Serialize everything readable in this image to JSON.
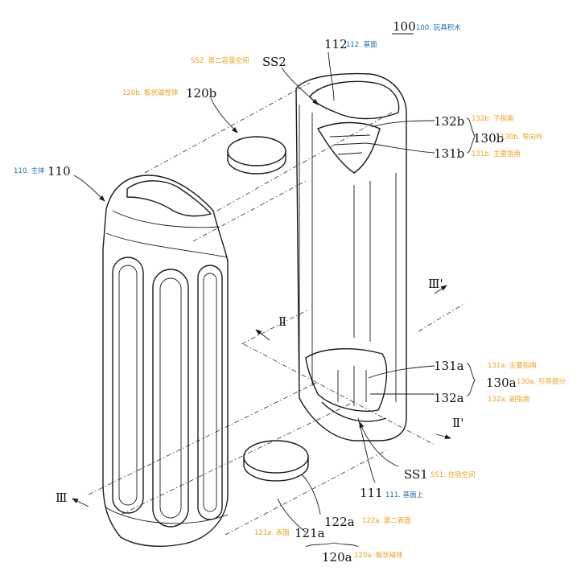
{
  "colors": {
    "blue": "#1f6fb8",
    "orange": "#f0a020",
    "line": "#1a1a1a"
  },
  "labels": {
    "l100": {
      "num": "100",
      "ann": "100. 玩具积木"
    },
    "l112": {
      "num": "112",
      "ann": "112. 基面"
    },
    "lSS2": {
      "num": "SS2",
      "ann": "SS2. 第二容量空间"
    },
    "l120b": {
      "num": "120b",
      "ann": "120b. 板状磁性体"
    },
    "l110": {
      "num": "110",
      "ann": "110. 主体"
    },
    "l132b": {
      "num": "132b",
      "ann": "132b. 子指南"
    },
    "l130b": {
      "num": "130b",
      "ann": "130b. 导向件"
    },
    "l131b": {
      "num": "131b",
      "ann": "131b. 主要指南"
    },
    "lIIIp": {
      "num": "Ⅲ'"
    },
    "lII": {
      "num": "Ⅱ"
    },
    "l131a": {
      "num": "131a",
      "ann": "131a. 主要指南"
    },
    "l130a": {
      "num": "130a",
      "ann": "130a. 引导部分"
    },
    "l132a": {
      "num": "132a",
      "ann": "132a. 副指南"
    },
    "lIIp": {
      "num": "Ⅱ'"
    },
    "lSS1": {
      "num": "SS1",
      "ann": "SS1. 住宿空间"
    },
    "l111": {
      "num": "111",
      "ann": "111. 基面上"
    },
    "lIII": {
      "num": "Ⅲ"
    },
    "l122a": {
      "num": "122a",
      "ann": "122a. 第二表面"
    },
    "l121a": {
      "num": "121a",
      "ann": "121a. 表面"
    },
    "l120a": {
      "num": "120a",
      "ann": "120a. 板状磁体"
    }
  }
}
